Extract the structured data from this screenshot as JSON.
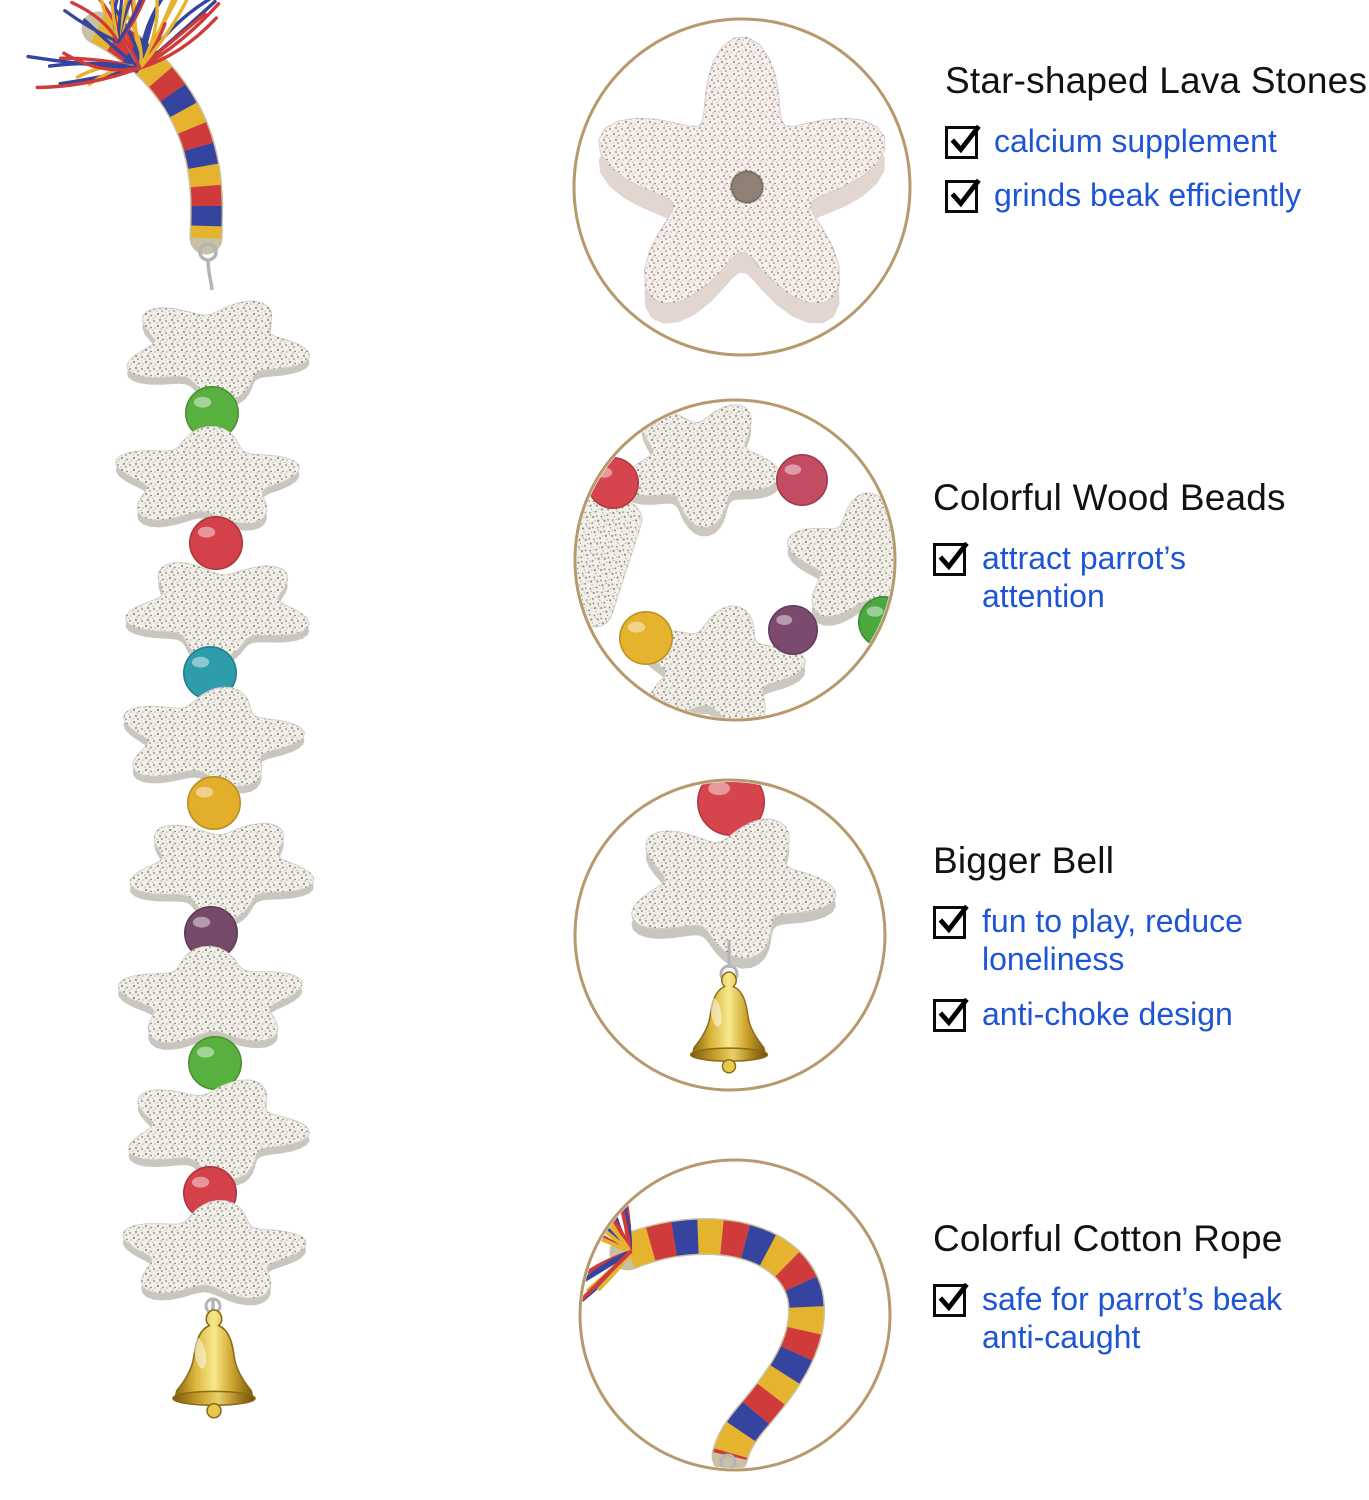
{
  "page": {
    "background": "#ffffff"
  },
  "colors": {
    "accent_blue": "#1e55d6",
    "heading_black": "#121212",
    "circle_border": "#b69a6d",
    "stone_base": "#f2efe9",
    "stone_pink": "#f7efeb",
    "bell_gold": "#e3bc3f",
    "metal_silver": "#b3b3b8"
  },
  "icons": {
    "checkbox_checked": "check-in-square",
    "bell": "bell-shape",
    "hook": "metal-hook"
  },
  "toy": {
    "stone_count": 8,
    "bead_count": 7,
    "bead_colors": [
      "#58b13f",
      "#d4414b",
      "#2e9cab",
      "#e2ae2b",
      "#744a68",
      "#58b13f",
      "#d4414b"
    ],
    "rope_colors": [
      "#e6b32e",
      "#cf3a3a",
      "#35449e"
    ],
    "detail_bead_colors": [
      "#d6454e",
      "#c34b62",
      "#e5b32e",
      "#7b4a6e",
      "#4ba83e"
    ]
  },
  "sections": [
    {
      "heading": "Star-shaped Lava Stones",
      "items": [
        {
          "text": "calcium supplement"
        },
        {
          "text": "grinds beak efficiently"
        }
      ]
    },
    {
      "heading": "Colorful Wood Beads",
      "items": [
        {
          "text": "attract parrot’s attention"
        }
      ]
    },
    {
      "heading": "Bigger Bell",
      "items": [
        {
          "text": "fun to play, reduce loneliness"
        },
        {
          "text": "anti-choke design"
        }
      ]
    },
    {
      "heading": "Colorful Cotton Rope",
      "items": [
        {
          "text": "safe for parrot’s beak anti-caught"
        }
      ]
    }
  ]
}
